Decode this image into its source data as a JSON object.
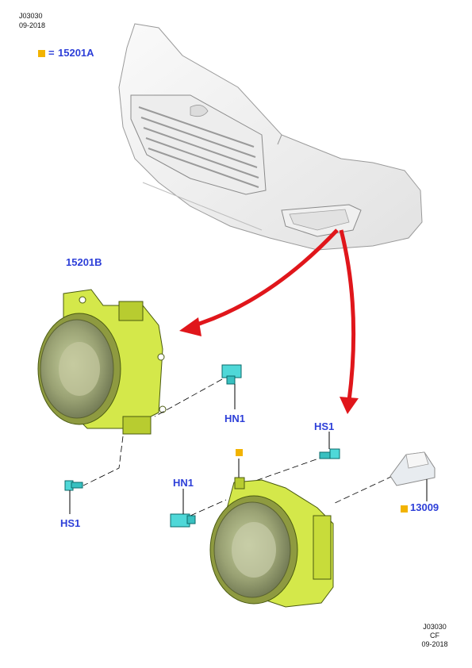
{
  "header": {
    "code": "J03030",
    "date": "09-2018"
  },
  "legend": {
    "equals": "=",
    "part": "15201A",
    "marker_color": "#f2b300"
  },
  "labels": {
    "lamp_left": "15201B",
    "hn1_upper": "HN1",
    "hs1_left": "HS1",
    "hs1_right": "HS1",
    "hn1_lower": "HN1",
    "bulb": "13009"
  },
  "footer": {
    "code": "J03030",
    "initials": "CF",
    "date": "09-2018"
  },
  "colors": {
    "label": "#2d3fd8",
    "arrow": "#e0161b",
    "lamp": "#d4e84a",
    "clip": "#4fd8d8"
  }
}
